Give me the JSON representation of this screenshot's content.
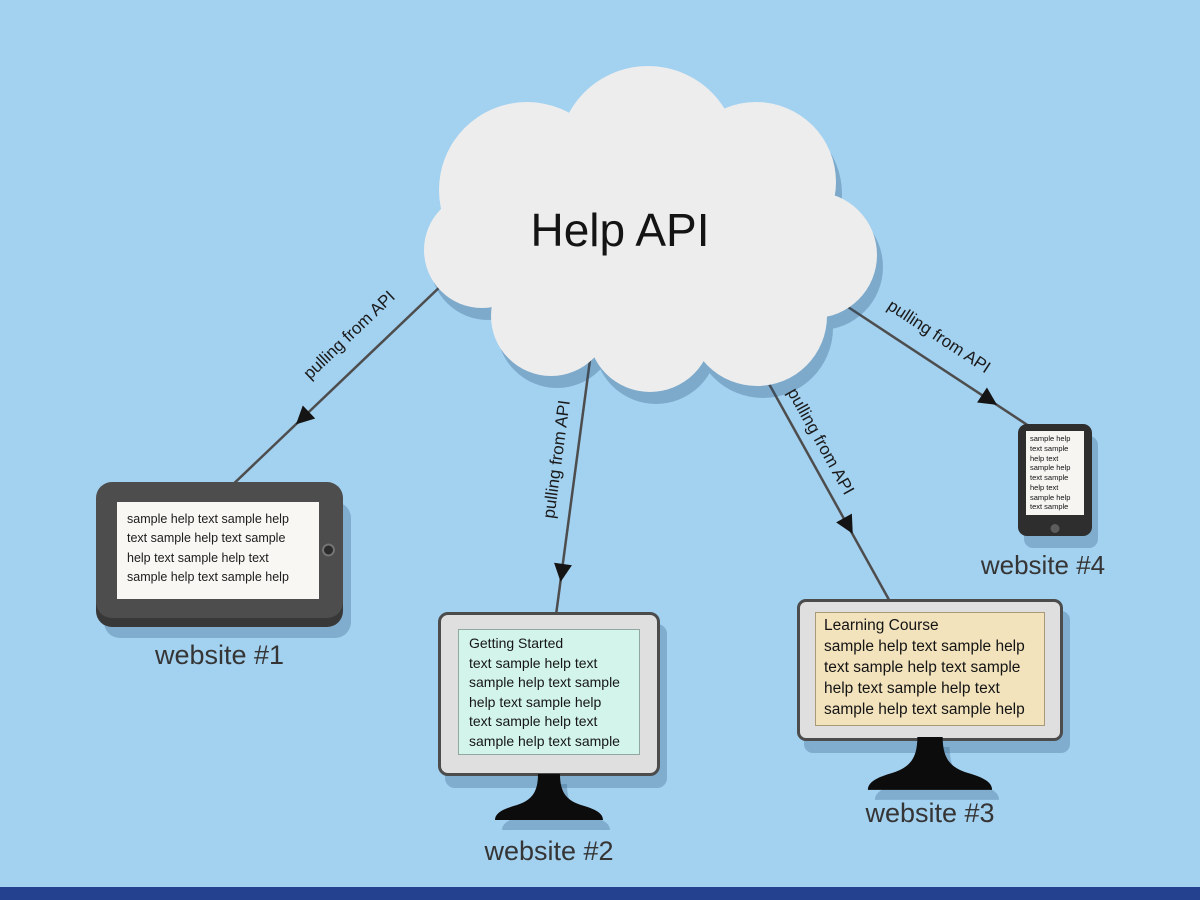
{
  "canvas": {
    "sky_color": "#a3d1f0",
    "bottom_bar_color": "#24418f"
  },
  "cloud": {
    "title": "Help API",
    "fill_color": "#ededed"
  },
  "connections": {
    "label_1": "pulling from API",
    "label_2": "pulling from API",
    "label_3": "pulling from API",
    "label_4": "pulling from API"
  },
  "devices": {
    "website1": {
      "type": "tablet",
      "caption": "website #1",
      "screen_lines": [
        "sample help text sample help",
        "text sample help text sample",
        "help text sample help text",
        "sample help text sample help"
      ]
    },
    "website2": {
      "type": "desktop-monitor",
      "caption": "website #2",
      "heading": "Getting Started",
      "screen_lines": [
        "text sample help text",
        "sample help text sample",
        "help text sample help",
        "text sample help text",
        "sample help text sample"
      ]
    },
    "website3": {
      "type": "desktop-monitor",
      "caption": "website #3",
      "heading": "Learning Course",
      "screen_lines": [
        "sample help text sample help",
        "text sample help text sample",
        "help text sample help text",
        "sample help text sample help"
      ]
    },
    "website4": {
      "type": "smartphone",
      "caption": "website #4",
      "screen_lines": [
        "sample help",
        "text sample",
        "help text",
        "sample help",
        "text sample",
        "help text",
        "sample help",
        "text sample"
      ]
    }
  },
  "screen_colors": {
    "tablet_screen": "#f8f7f4",
    "monitor2_screen": "#d2f4ea",
    "monitor3_screen": "#f2e3bd",
    "phone_screen": "#f6f5f2"
  }
}
